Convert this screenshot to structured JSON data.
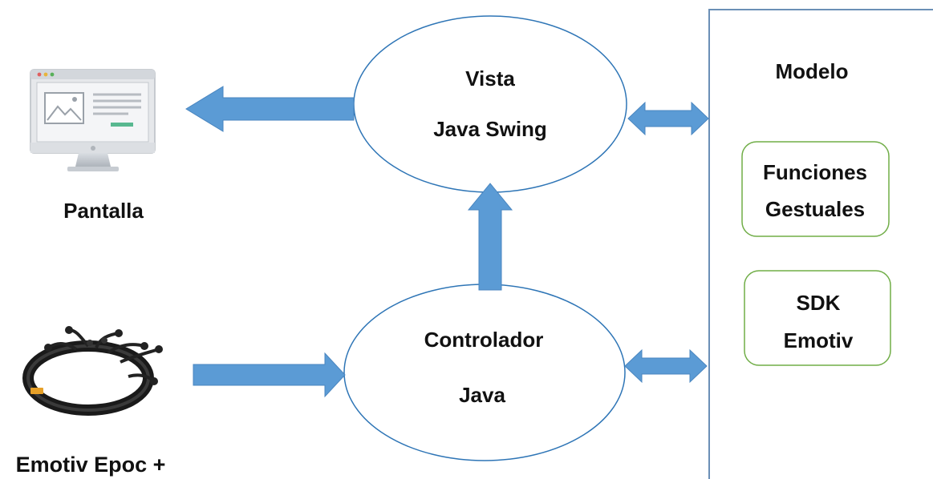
{
  "colors": {
    "arrow": "#5b9bd5",
    "ellipse_stroke": "#2e75b6",
    "model_stroke": "#6b8fb6",
    "box_stroke": "#70ad47",
    "text": "#111111"
  },
  "nodes": {
    "pantalla": {
      "label": "Pantalla",
      "icon": "monitor-icon"
    },
    "emotiv_epoc": {
      "label": "Emotiv Epoc +",
      "icon": "eeg-headset-icon"
    },
    "vista": {
      "line1": "Vista",
      "line2": "Java Swing"
    },
    "controlador": {
      "line1": "Controlador",
      "line2": "Java"
    },
    "modelo": {
      "title": "Modelo",
      "funciones": {
        "line1": "Funciones",
        "line2": "Gestuales"
      },
      "sdk": {
        "line1": "SDK",
        "line2": "Emotiv"
      }
    }
  }
}
